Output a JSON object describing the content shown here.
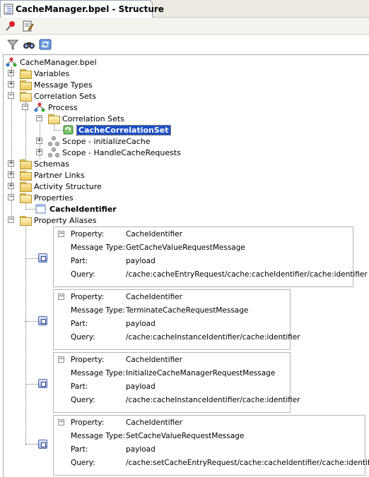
{
  "tab": {
    "title": "CacheManager.bpel - Structure"
  },
  "toolbar1": {
    "icons": [
      "pin-icon",
      "edit-properties-icon"
    ]
  },
  "toolbar2": {
    "icons": [
      "filter-icon",
      "find-icon",
      "sync-icon"
    ]
  },
  "tree": {
    "root": "CacheManager.bpel",
    "variables": "Variables",
    "message_types": "Message Types",
    "correlation_sets": "Correlation Sets",
    "process": "Process",
    "process_correlation_sets": "Correlation Sets",
    "cache_correlation_set": "CacheCorrelationSet",
    "scope_initialize": "Scope - initializeCache",
    "scope_handle": "Scope - HandleCacheRequests",
    "schemas": "Schemas",
    "partner_links": "Partner Links",
    "activity_structure": "Activity Structure",
    "properties": "Properties",
    "cache_identifier": "CacheIdentifier",
    "property_aliases": "Property Aliases"
  },
  "alias_keys": {
    "property": "Property:",
    "message_type": "Message Type:",
    "part": "Part:",
    "query": "Query:"
  },
  "aliases": [
    {
      "property": "CacheIdentifier",
      "message_type": "GetCacheValueRequestMessage",
      "part": "payload",
      "query": "/cache:cacheEntryRequest/cache:cacheIdentifier/cache:identifier"
    },
    {
      "property": "CacheIdentifier",
      "message_type": "TerminateCacheRequestMessage",
      "part": "payload",
      "query": "/cache:cacheInstanceIdentifier/cache:identifier"
    },
    {
      "property": "CacheIdentifier",
      "message_type": "InitializeCacheManagerRequestMessage",
      "part": "payload",
      "query": "/cache:cacheInstanceIdentifier/cache:identifier"
    },
    {
      "property": "CacheIdentifier",
      "message_type": "SetCacheValueRequestMessage",
      "part": "payload",
      "query": "/cache:setCacheEntryRequest/cache:cacheIdentifier/cache:identifier"
    }
  ]
}
